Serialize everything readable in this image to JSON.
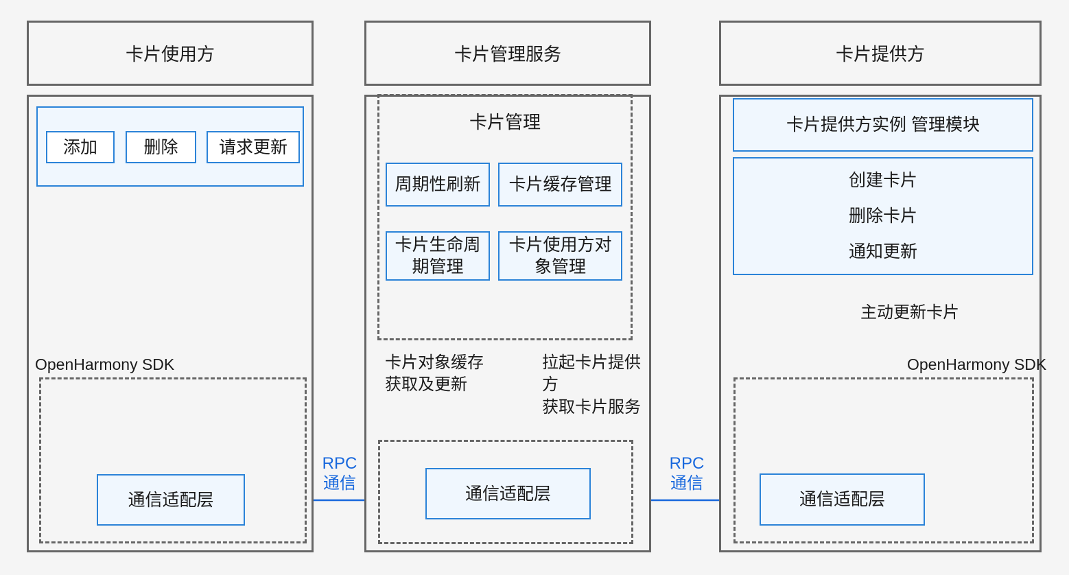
{
  "diagram": {
    "type": "architecture-block-diagram",
    "background_color": "#f5f5f5",
    "accent_color": "#2b83d8",
    "arrow_color": "#1868dd",
    "box_fill": "#f0f7fe",
    "border_color": "#666666"
  },
  "columns": [
    {
      "id": "card-consumer",
      "header": "卡片使用方",
      "sdk_label": "OpenHarmony SDK",
      "action_buttons": [
        "添加",
        "删除",
        "请求更新"
      ],
      "adapter_box": "通信适配层"
    },
    {
      "id": "card-management-service",
      "header": "卡片管理服务",
      "group_title": "卡片管理",
      "modules": [
        "周期性刷新",
        "卡片缓存管理",
        "卡片生命周\n期管理",
        "卡片使用方对\n象管理"
      ],
      "adapter_box": "通信适配层"
    },
    {
      "id": "card-provider",
      "header": "卡片提供方",
      "sdk_label": "OpenHarmony SDK",
      "instance_module": "卡片提供方实例\n管理模块",
      "operations": [
        "创建卡片",
        "删除卡片",
        "通知更新"
      ],
      "adapter_box": "通信适配层"
    }
  ],
  "arrow_labels": {
    "rpc_left": "RPC\n通信",
    "rpc_right": "RPC\n通信",
    "cache_update": "卡片对象缓存\n获取及更新",
    "launch_provider": "拉起卡片提供方\n获取卡片服务",
    "active_update": "主动更新卡片"
  }
}
